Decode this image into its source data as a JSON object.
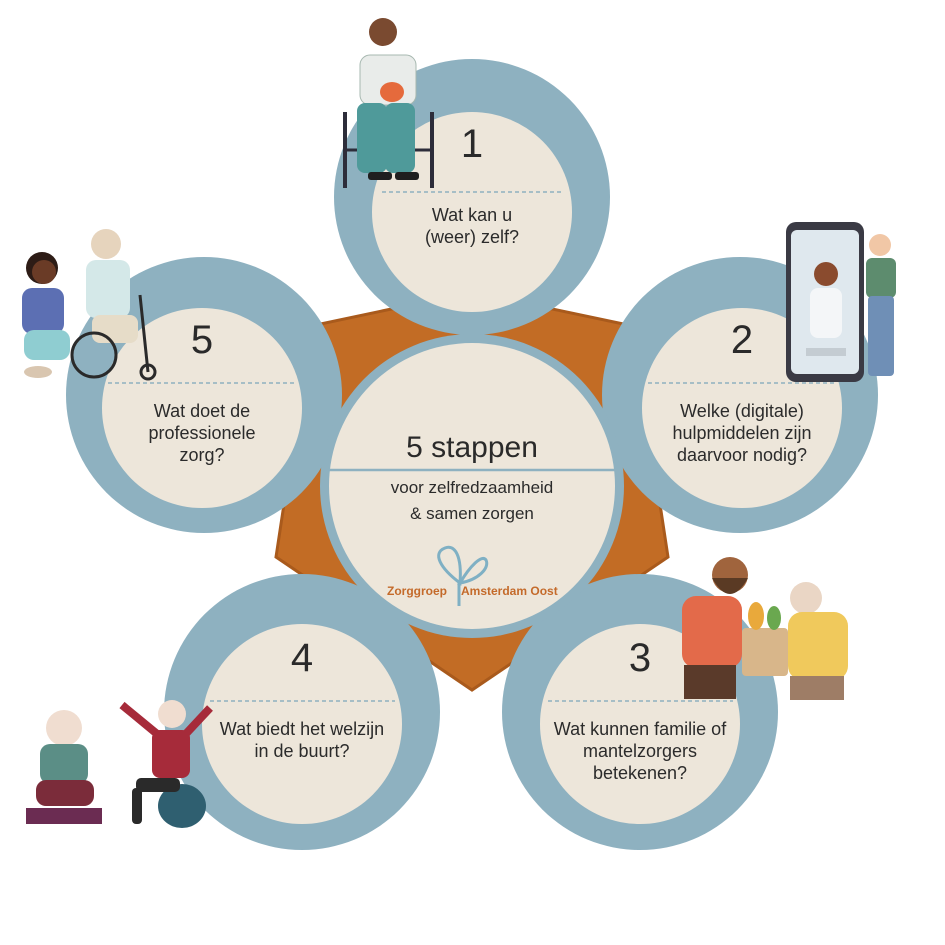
{
  "center": {
    "title": "5 stappen",
    "subtitle_line1": "voor zelfredzaamheid",
    "subtitle_line2": "& samen zorgen",
    "logo_left": "Zorggroep",
    "logo_right": "Amsterdam Oost"
  },
  "steps": [
    {
      "number": "1",
      "line1": "Wat kan u",
      "line2": "(weer) zelf?",
      "line3": ""
    },
    {
      "number": "2",
      "line1": "Welke (digitale)",
      "line2": "hulpmiddelen zijn",
      "line3": "daarvoor nodig?"
    },
    {
      "number": "3",
      "line1": "Wat kunnen familie of",
      "line2": "mantelzorgers",
      "line3": "betekenen?"
    },
    {
      "number": "4",
      "line1": "Wat biedt het welzijn",
      "line2": "in de buurt?",
      "line3": ""
    },
    {
      "number": "5",
      "line1": "Wat doet de",
      "line2": "professionele",
      "line3": "zorg?"
    }
  ],
  "colors": {
    "ring": "#8eb1c0",
    "disc": "#ede6da",
    "pentagon": "#c26c25",
    "pentagon_edge": "#a95a1c",
    "divider": "#8eb1c0",
    "logo": "#c46a2a",
    "logo_symbol": "#7fb0c4"
  }
}
